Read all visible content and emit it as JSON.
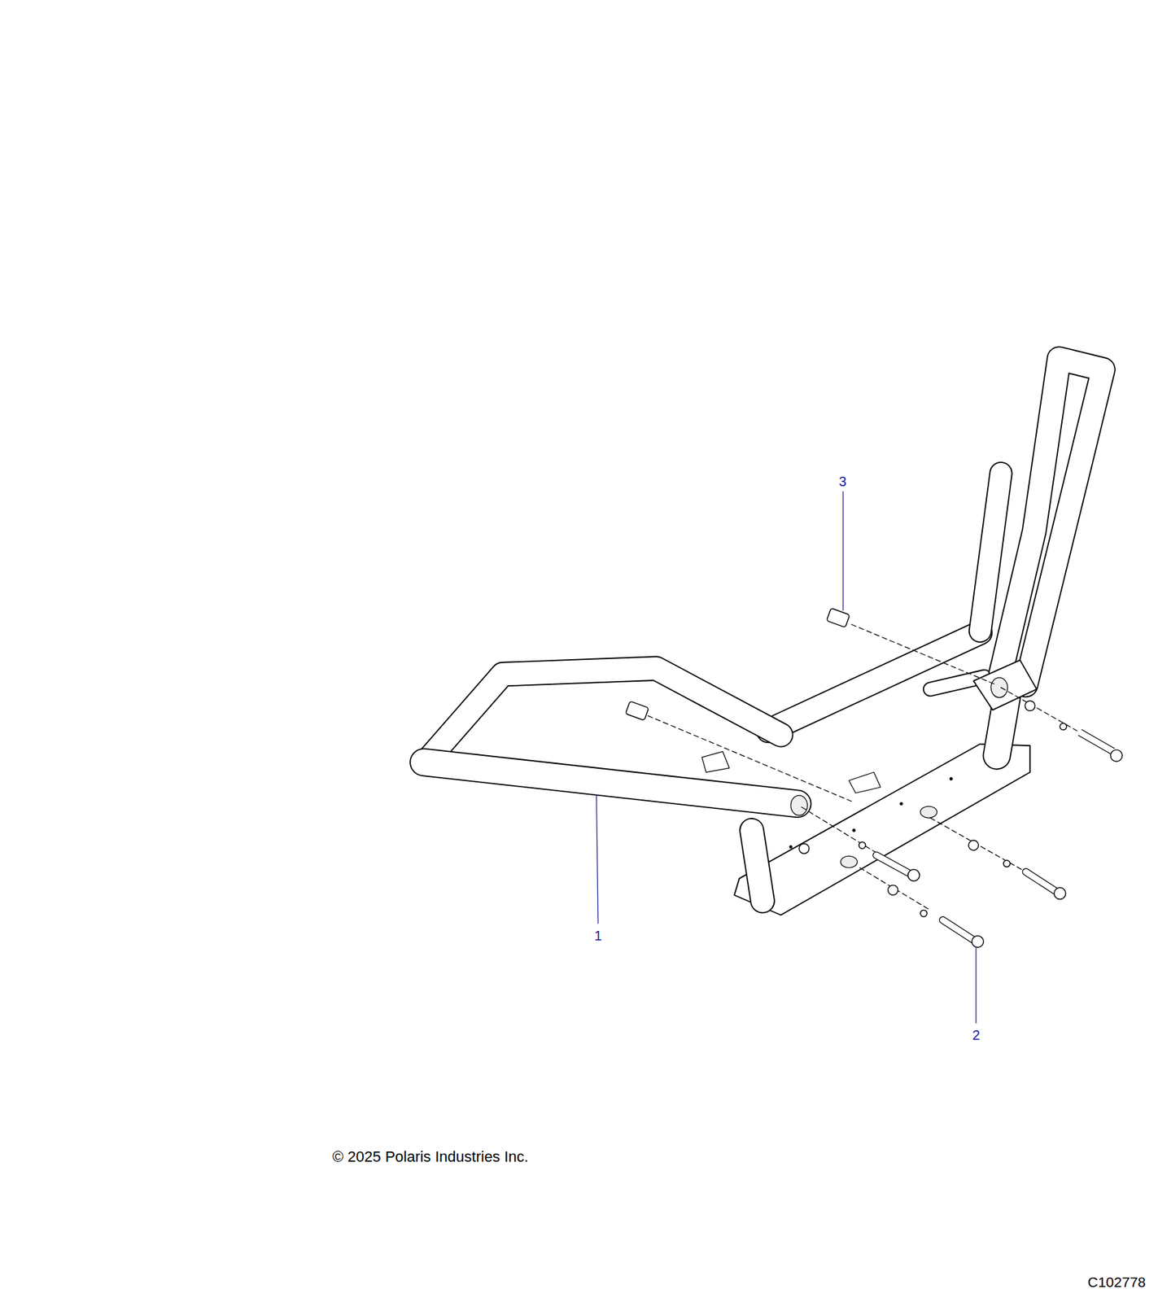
{
  "diagram": {
    "labels": [
      "3",
      "1",
      "2",
      "© 2025 Polaris Industries Inc.",
      "C102778"
    ]
  }
}
